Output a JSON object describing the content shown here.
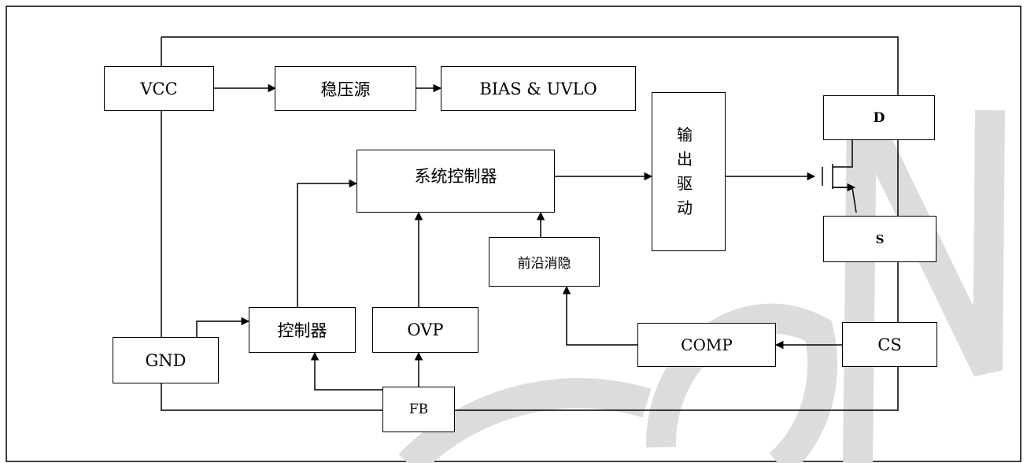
{
  "blocks": {
    "vcc": "VCC",
    "regulator": "稳压源",
    "bias_uvlo": "BIAS & UVLO",
    "output_driver": [
      "输",
      "出",
      "驱",
      "动"
    ],
    "drain": "D",
    "system_controller": "系统控制器",
    "leading_edge_blanking": "前沿消隐",
    "source": "S",
    "controller": "控制器",
    "ovp": "OVP",
    "comp": "COMP",
    "cs": "CS",
    "gnd": "GND",
    "fb": "FB"
  },
  "colors": {
    "line": "#000000",
    "watermark": "#dcdcdc",
    "border": "#000000"
  }
}
